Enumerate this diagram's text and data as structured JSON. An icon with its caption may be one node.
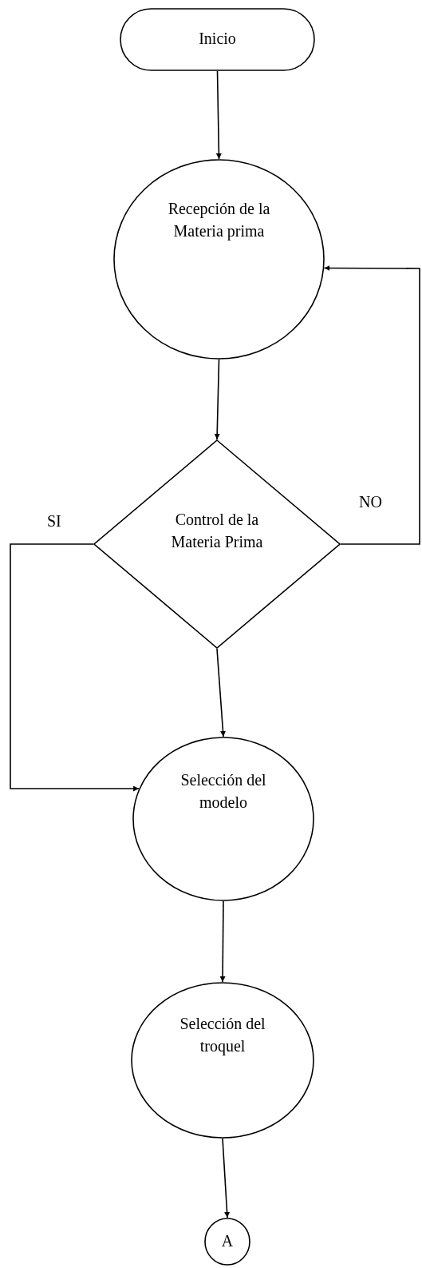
{
  "diagram": {
    "nodes": [
      {
        "text": [
          "Inicio"
        ]
      },
      {
        "text": [
          "Recepción de la Materia prima"
        ]
      },
      {
        "text": [
          "Control de la Materia Prima"
        ]
      },
      {
        "text": [
          "Selección del modelo"
        ]
      },
      {
        "text": [
          "Selección del troquel"
        ]
      },
      {
        "text": [
          "A"
        ]
      }
    ],
    "edges": [
      {
        "from": 0,
        "to": 1,
        "arrow": "to"
      },
      {
        "from": 1,
        "to": 2,
        "arrow": "to"
      },
      {
        "from": 2,
        "to": 3,
        "arrow": "to"
      },
      {
        "from": 2,
        "to": 3,
        "arrow": "to",
        "label": "SI"
      },
      {
        "from": 2,
        "to": 1,
        "arrow": "to",
        "label": "NO"
      },
      {
        "from": 3,
        "to": 4,
        "arrow": "to"
      },
      {
        "from": 4,
        "to": 5,
        "arrow": "to"
      }
    ]
  }
}
